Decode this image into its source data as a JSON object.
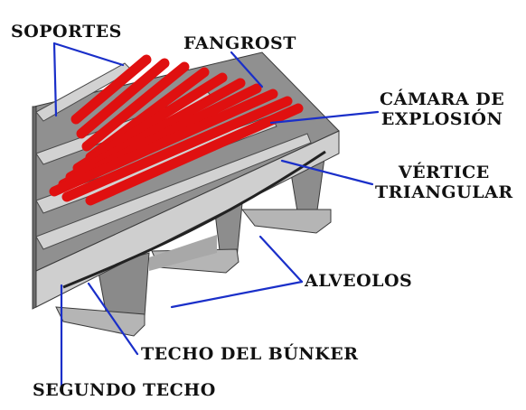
{
  "labels": {
    "soportes": "SOPORTES",
    "fangrost": "FANGROST",
    "camara_line1": "CÁMARA DE",
    "camara_line2": "EXPLOSIÓN",
    "vertice_line1": "VÉRTICE",
    "vertice_line2": "TRIANGULAR",
    "alveolos": "ALVEOLOS",
    "techo_bunker": "TECHO DEL BÚNKER",
    "segundo_techo": "SEGUNDO TECHO"
  },
  "colors": {
    "leader_line": "#1a2fc9",
    "fangrost_bars": "#e01010",
    "structure_light": "#c8c8c8",
    "structure_mid": "#9a9a9a",
    "structure_dark": "#5e5e5e",
    "label_text": "#111111"
  }
}
